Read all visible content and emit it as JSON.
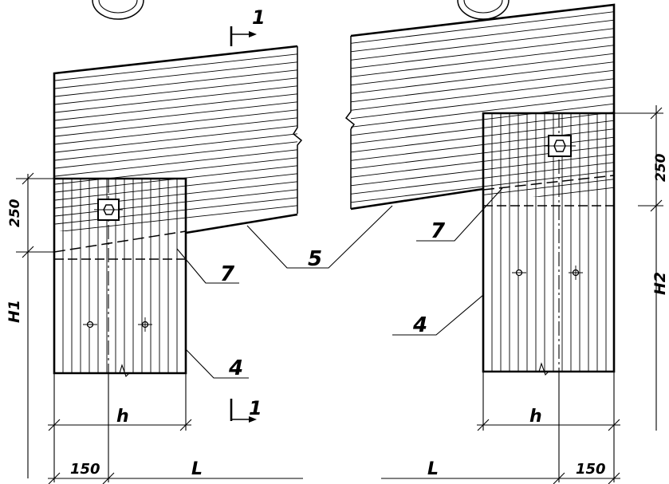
{
  "section_marks": {
    "top": "1",
    "bottom": "1"
  },
  "callouts": {
    "part_4_left": "4",
    "part_4_right": "4",
    "part_5": "5",
    "part_7_left": "7",
    "part_7_right": "7"
  },
  "dimensions": {
    "left_250": "250",
    "right_250": "250",
    "left_height": "H1",
    "right_height": "H2",
    "left_width": "h",
    "right_width": "h",
    "left_offset": "150",
    "right_offset": "150",
    "left_length": "L",
    "right_length": "L"
  }
}
